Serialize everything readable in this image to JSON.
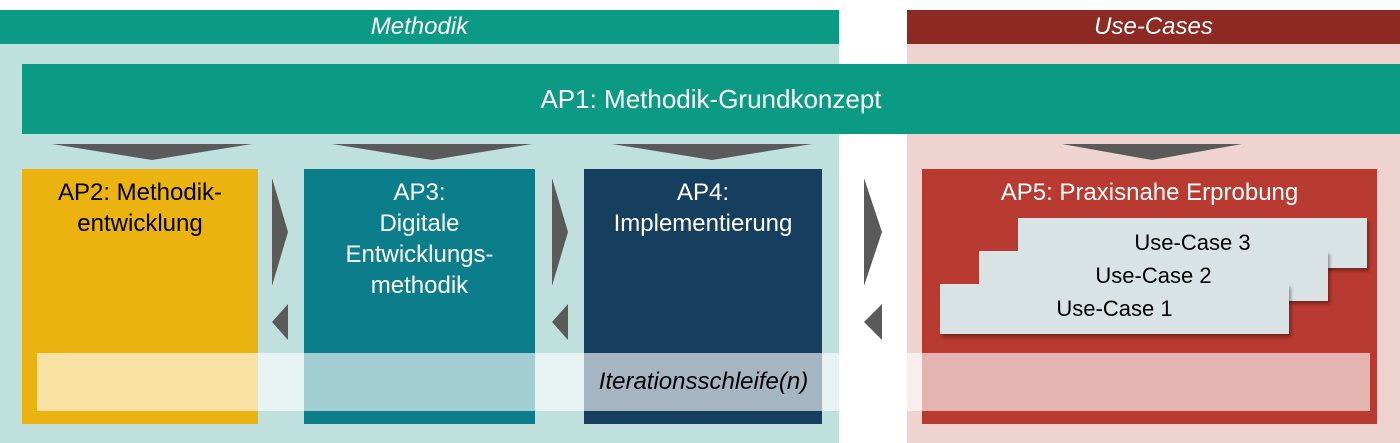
{
  "sections": {
    "methodik": "Methodik",
    "use_cases": "Use-Cases"
  },
  "ap1": "AP1: Methodik-Grundkonzept",
  "ap2": [
    "AP2: Methodik-",
    "entwicklung"
  ],
  "ap3": [
    "AP3:",
    "Digitale",
    "Entwicklungs-",
    "methodik"
  ],
  "ap4": [
    "AP4:",
    "Implementierung"
  ],
  "ap5": "AP5: Praxisnahe Erprobung",
  "use_case_cards": [
    "Use-Case 3",
    "Use-Case 2",
    "Use-Case 1"
  ],
  "iteration_label": "Iterationsschleife(n)",
  "colors": {
    "teal_header": "#0b9a83",
    "teal_panel": "#bfe0dc",
    "red_header": "#8c2a23",
    "red_panel": "#efd3d0",
    "ap2": "#ebb30f",
    "ap3": "#0c7e8b",
    "ap4": "#163e5f",
    "ap5": "#b83a30",
    "arrow": "#5a5a5a"
  }
}
